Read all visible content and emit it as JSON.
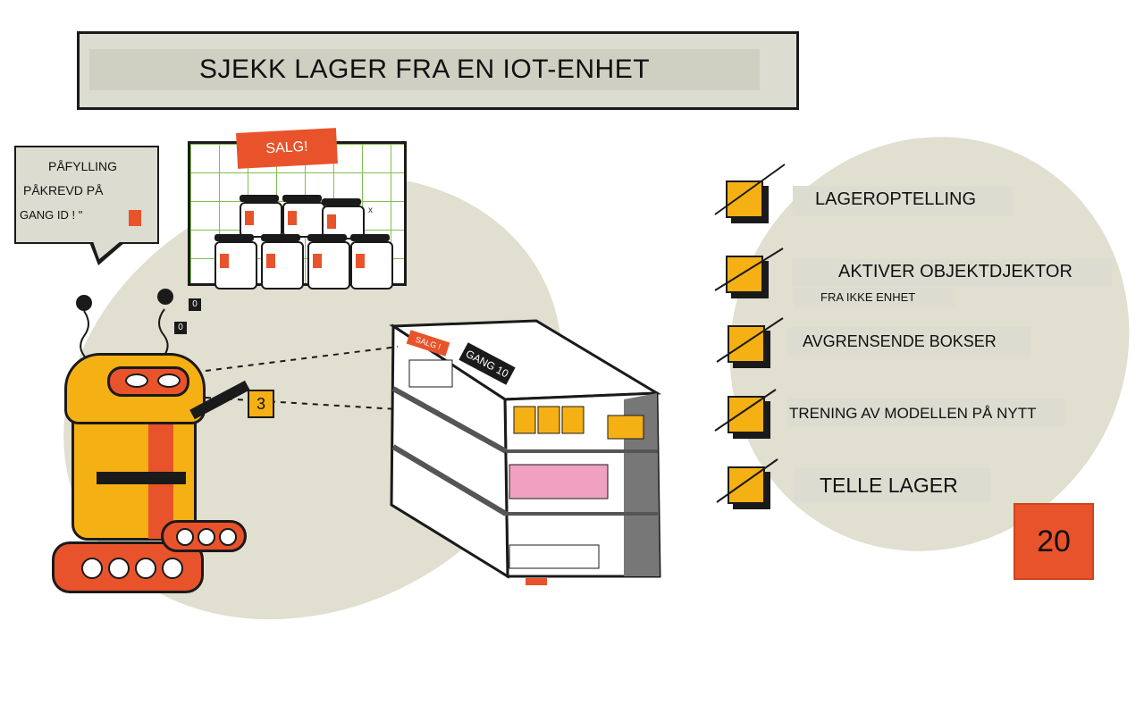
{
  "title": "SJEKK LAGER FRA EN IOT-ENHET",
  "bubble": {
    "line1": "PÅFYLLING",
    "line2": "PÅKREVD PÅ",
    "line3": "GANG ID ! \""
  },
  "store": {
    "sale_label": "SALG!",
    "shelf_small_label": "SALG !",
    "aisle_label": "GANG 10",
    "small_x": "x",
    "counter_a": "0",
    "counter_b": "0"
  },
  "robot": {
    "number_tag": "3"
  },
  "checklist": {
    "items": [
      {
        "label": "LAGEROPTELLING",
        "sub": ""
      },
      {
        "label": "AKTIVER OBJEKTDJEKTOR",
        "sub": "FRA IKKE ENHET"
      },
      {
        "label": "AVGRENSENDE BOKSER",
        "sub": ""
      },
      {
        "label": "TRENING AV MODELLEN PÅ NYTT",
        "sub": ""
      },
      {
        "label": "TELLE LAGER",
        "sub": ""
      }
    ]
  },
  "page_number": "20",
  "colors": {
    "accent_orange": "#e8532b",
    "accent_yellow": "#f5b014",
    "panel_beige": "#dcdcd0",
    "outline": "#1a1a1a"
  }
}
